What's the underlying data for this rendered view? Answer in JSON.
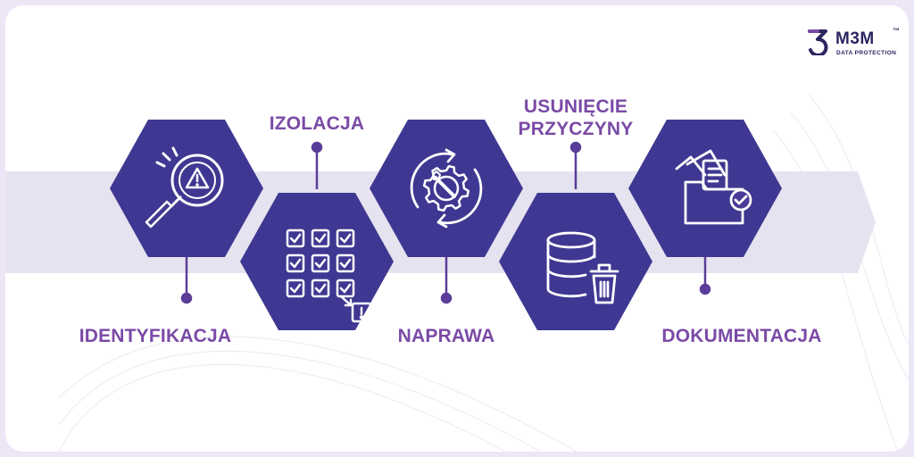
{
  "brand": {
    "name": "M3M",
    "trademark": "™",
    "subtitle": "DATA PROTECTION"
  },
  "colors": {
    "label_text": "#7a4aa6",
    "hex_start": "#7a4aa6",
    "hex_end": "#3f3892",
    "arrow_band": "#e6e3f1",
    "logo": "#2b2560"
  },
  "stages": [
    {
      "id": "identyfikacja",
      "label": "IDENTYFIKACJA",
      "icon": "magnifier-warning-icon"
    },
    {
      "id": "izolacja",
      "label": "IZOLACJA",
      "icon": "checkbox-grid-icon"
    },
    {
      "id": "naprawa",
      "label": "NAPRAWA",
      "icon": "gear-wrench-cycle-icon"
    },
    {
      "id": "usuniecie",
      "label_lines": [
        "USUNIĘCIE",
        "PRZYCZYNY"
      ],
      "icon": "database-trash-icon"
    },
    {
      "id": "dokumentacja",
      "label": "DOKUMENTACJA",
      "icon": "folder-documents-check-icon"
    }
  ]
}
